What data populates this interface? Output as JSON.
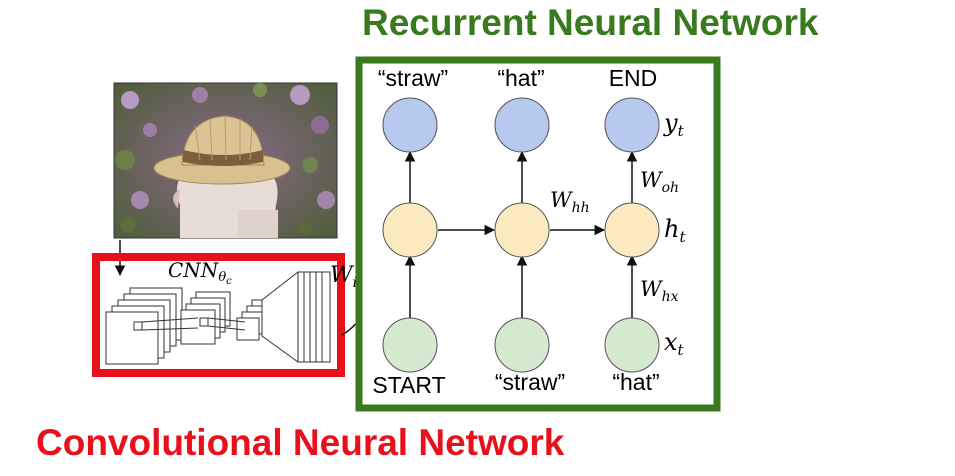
{
  "colors": {
    "rnn_green": "#3a7a1f",
    "cnn_red": "#e8101a",
    "output_node": "#b7c9ee",
    "hidden_node": "#fbe9bf",
    "input_node": "#d5e9cf",
    "edge": "#111111"
  },
  "titles": {
    "rnn": "Recurrent Neural Network",
    "cnn": "Convolutional Neural Network"
  },
  "photo": {
    "subject": "man-wearing-straw-hat"
  },
  "cnn_diagram": {
    "label_base": "CNN",
    "label_sub": "θ",
    "label_subsub": "c",
    "partial_weight_label": "W",
    "partial_weight_sub": "i"
  },
  "rnn": {
    "outputs": [
      "“straw”",
      "“hat”",
      "END"
    ],
    "inputs": [
      "START",
      "“straw”",
      "“hat”"
    ],
    "symbols": {
      "y_base": "y",
      "y_sub": "t",
      "h_base": "h",
      "h_sub": "t",
      "x_base": "x",
      "x_sub": "t",
      "w_hh_base": "W",
      "w_hh_sub": "hh",
      "w_oh_base": "W",
      "w_oh_sub": "oh",
      "w_hx_base": "W",
      "w_hx_sub": "hx"
    }
  }
}
